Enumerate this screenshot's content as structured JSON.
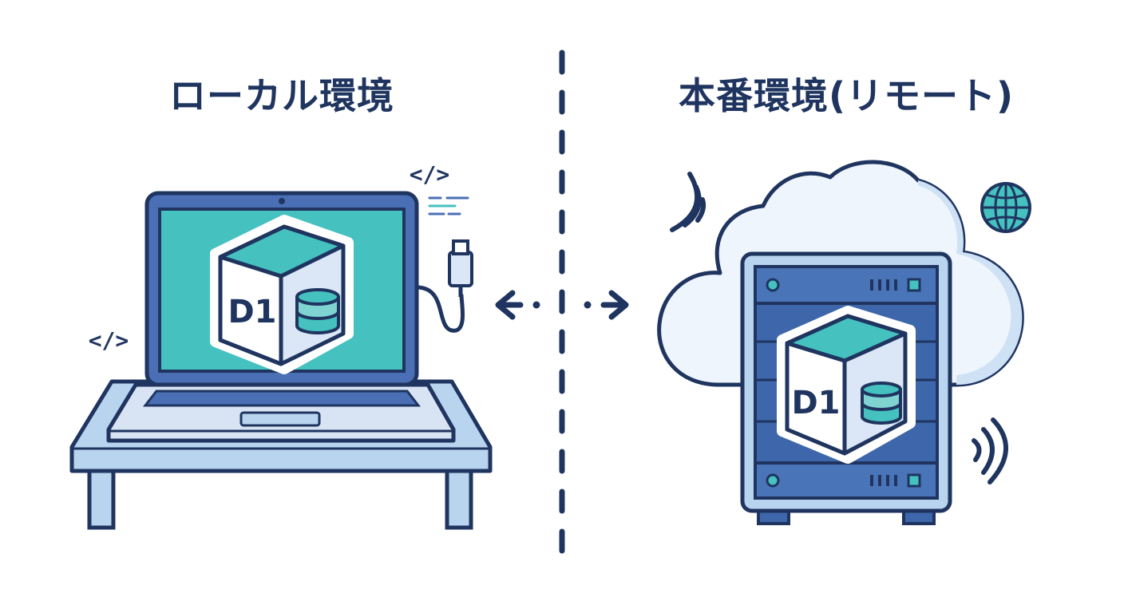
{
  "local": {
    "title": "ローカル環境",
    "code_tag_top": "</>",
    "code_tag_left": "</>",
    "db_label": "D1"
  },
  "remote": {
    "title": "本番環境(リモート)",
    "db_label": "D1"
  },
  "icons": {
    "laptop": "laptop-icon",
    "desk": "desk-icon",
    "usb_cable": "usb-cable-icon",
    "cloud": "cloud-icon",
    "server": "server-icon",
    "globe": "globe-icon",
    "signal": "signal-waves-icon",
    "database": "database-icon",
    "sync_arrow": "bidirectional-arrow-icon"
  },
  "colors": {
    "outline": "#1f3560",
    "screen": "#45c1bf",
    "laptop_body": "#4a6fb5",
    "desk": "#b9d4ef",
    "cloud_fill": "#eef5fc",
    "cloud_shade": "#cfe2f5",
    "server_body": "#3d67aa",
    "db_top": "#45c1bf",
    "db_side": "#dbe7f6"
  }
}
